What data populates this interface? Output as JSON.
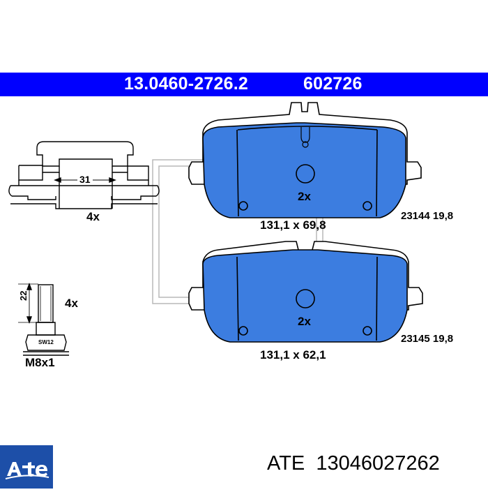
{
  "colors": {
    "banner": "#0000ff",
    "pad": "#3c7de0",
    "line": "#000000",
    "logo_bg": "#1d4fa8"
  },
  "header": {
    "part_number": "13.0460-2726.2",
    "ref_number": "602726"
  },
  "clip": {
    "dimension": "31",
    "qty": "4x"
  },
  "bolt": {
    "length": "22",
    "wrench": "SW12",
    "qty": "4x",
    "size": "M8x1"
  },
  "pad_top": {
    "qty": "2x",
    "size": "131,1 x 69,8",
    "code": "23144 19,8"
  },
  "pad_bottom": {
    "qty": "2x",
    "size": "131,1 x 62,1",
    "code": "23145 19,8"
  },
  "footer": {
    "logo_icon": "ate-logo-icon",
    "brand": "ATE",
    "part_code": "13046027262"
  }
}
